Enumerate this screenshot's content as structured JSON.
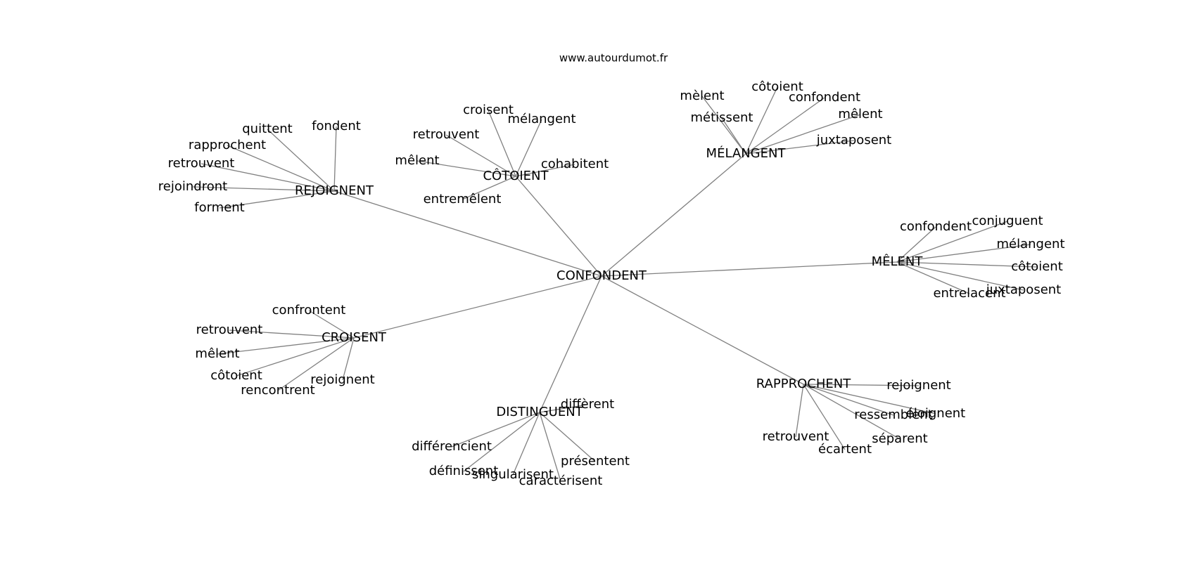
{
  "watermark": "www.autourdumot.fr",
  "colors": {
    "edge": "#808080",
    "text": "#000000",
    "background": "#ffffff"
  },
  "graph": {
    "center": "CONFONDENT",
    "hubs": [
      {
        "label": "REJOIGNENT",
        "leaves": [
          "quittent",
          "fondent",
          "rapprochent",
          "retrouvent",
          "rejoindront",
          "forment"
        ]
      },
      {
        "label": "CÔTOIENT",
        "leaves": [
          "croisent",
          "mélangent",
          "retrouvent",
          "mêlent",
          "cohabitent",
          "entremêlent"
        ]
      },
      {
        "label": "MÉLANGENT",
        "leaves": [
          "mèlent",
          "côtoient",
          "confondent",
          "mêlent",
          "juxtaposent",
          "métissent"
        ]
      },
      {
        "label": "MÊLENT",
        "leaves": [
          "confondent",
          "conjuguent",
          "mélangent",
          "côtoient",
          "juxtaposent",
          "entrelacent"
        ]
      },
      {
        "label": "CROISENT",
        "leaves": [
          "confrontent",
          "retrouvent",
          "mêlent",
          "côtoient",
          "rencontrent",
          "rejoignent"
        ]
      },
      {
        "label": "DISTINGUENT",
        "leaves": [
          "diffèrent",
          "différencient",
          "définissent",
          "singularisent",
          "caractérisent",
          "présentent"
        ]
      },
      {
        "label": "RAPPROCHENT",
        "leaves": [
          "rejoignent",
          "ressemblent",
          "éloignent",
          "retrouvent",
          "séparent",
          "écartent"
        ]
      }
    ]
  }
}
